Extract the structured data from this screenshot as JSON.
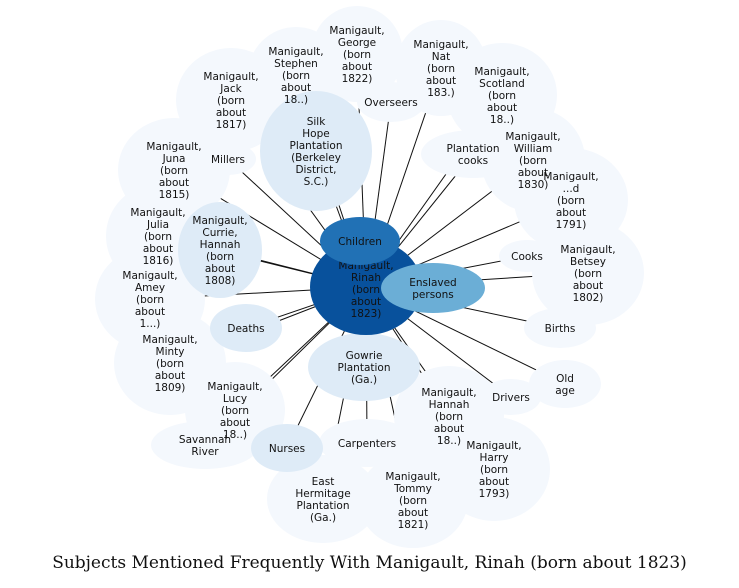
{
  "title": "Subjects Mentioned Frequently With Manigault, Rinah (born about 1823)",
  "colors": {
    "center": "#08519c",
    "children": "#2171b5",
    "enslaved": "#6baed6",
    "mid": "#c6dbef",
    "light": "#deebf7",
    "faint": "#f4f8fd",
    "line": "#111111"
  },
  "center": {
    "label": "Manigault,\nRinah\n(born\nabout\n1823)"
  },
  "children_node": {
    "label": "Children"
  },
  "enslaved_node": {
    "label": "Enslaved\npersons"
  },
  "nodes": [
    {
      "id": "george",
      "label": "Manigault,\nGeorge\n(born\nabout\n1822)"
    },
    {
      "id": "stephen",
      "label": "Manigault,\nStephen\n(born\nabout\n18..)"
    },
    {
      "id": "nat",
      "label": "Manigault,\nNat\n(born\nabout\n183.)"
    },
    {
      "id": "scotland",
      "label": "Manigault,\nScotland\n(born\nabout\n18..)"
    },
    {
      "id": "jack",
      "label": "Manigault,\nJack\n(born\nabout\n1817)"
    },
    {
      "id": "overseers",
      "label": "Overseers"
    },
    {
      "id": "silkhope",
      "label": "Silk\nHope\nPlantation\n(Berkeley\nDistrict,\nS.C.)"
    },
    {
      "id": "william",
      "label": "Manigault,\nWilliam\n(born\nabout\n1830)"
    },
    {
      "id": "juna",
      "label": "Manigault,\nJuna\n(born\nabout\n1815)"
    },
    {
      "id": "millers",
      "label": "Millers"
    },
    {
      "id": "plantcooks",
      "label": "Plantation\ncooks"
    },
    {
      "id": "m1791",
      "label": "Manigault,\n...d\n(born\nabout\n1791)"
    },
    {
      "id": "julia",
      "label": "Manigault,\nJulia\n(born\nabout\n1816)"
    },
    {
      "id": "currie",
      "label": "Manigault,\nCurrie,\nHannah\n(born\nabout\n1808)"
    },
    {
      "id": "cooks",
      "label": "Cooks"
    },
    {
      "id": "betsey",
      "label": "Manigault,\nBetsey\n(born\nabout\n1802)"
    },
    {
      "id": "amey",
      "label": "Manigault,\nAmey\n(born\nabout\n1...)"
    },
    {
      "id": "deaths",
      "label": "Deaths"
    },
    {
      "id": "births",
      "label": "Births"
    },
    {
      "id": "minty",
      "label": "Manigault,\nMinty\n(born\nabout\n1809)"
    },
    {
      "id": "gowrie",
      "label": "Gowrie\nPlantation\n(Ga.)"
    },
    {
      "id": "oldage",
      "label": "Old\nage"
    },
    {
      "id": "lucy",
      "label": "Manigault,\nLucy\n(born\nabout\n18..)"
    },
    {
      "id": "drivers",
      "label": "Drivers"
    },
    {
      "id": "hannah",
      "label": "Manigault,\nHannah\n(born\nabout\n18..)"
    },
    {
      "id": "savannah",
      "label": "Savannah\nRiver"
    },
    {
      "id": "nurses",
      "label": "Nurses"
    },
    {
      "id": "carpenters",
      "label": "Carpenters"
    },
    {
      "id": "harry",
      "label": "Manigault,\nHarry\n(born\nabout\n1793)"
    },
    {
      "id": "easthermitage",
      "label": "East\nHermitage\nPlantation\n(Ga.)"
    },
    {
      "id": "tommy",
      "label": "Manigault,\nTommy\n(born\nabout\n1821)"
    }
  ]
}
